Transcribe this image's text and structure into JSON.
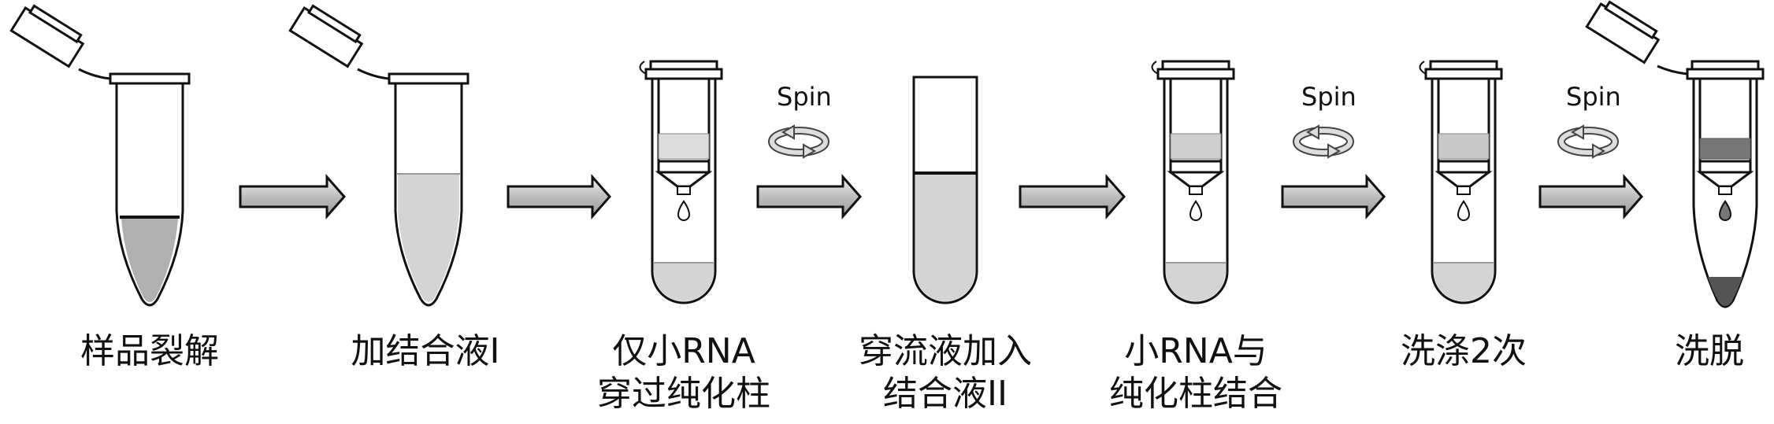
{
  "steps": [
    {
      "lines": [
        "样品裂解"
      ]
    },
    {
      "lines": [
        "加结合液I"
      ]
    },
    {
      "lines": [
        "仅小RNA",
        "穿过纯化柱"
      ]
    },
    {
      "lines": [
        "穿流液加入",
        "结合液II"
      ]
    },
    {
      "lines": [
        "小RNA与",
        "纯化柱结合"
      ]
    },
    {
      "lines": [
        "洗涤2次"
      ]
    },
    {
      "lines": [
        "洗脱"
      ]
    }
  ],
  "spin": {
    "label": "Spin"
  },
  "colors": {
    "liquid_light": "#d4d4d4",
    "liquid_mid": "#b0b0b0",
    "liquid_dark": "#555555",
    "membrane": "#7a7a7a",
    "arrow_fill": "#d0d0d0",
    "stroke": "#111111"
  }
}
